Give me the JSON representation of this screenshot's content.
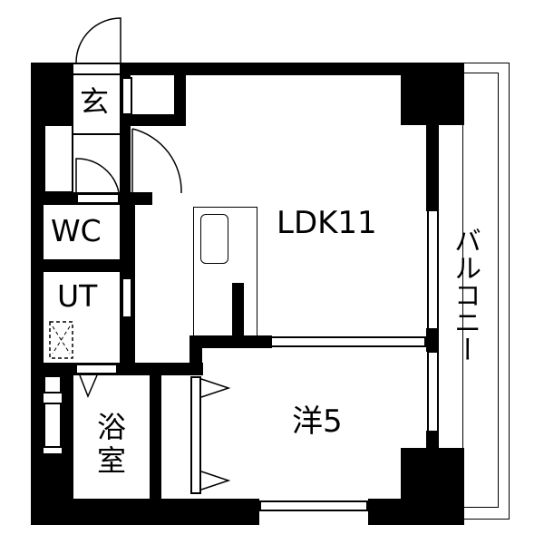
{
  "floorplan": {
    "rooms": {
      "entrance": "玄",
      "wc": "WC",
      "utility": "UT",
      "bath": "浴室",
      "ldk": "LDK11",
      "western": "洋5",
      "balcony": "バルコニー"
    },
    "colors": {
      "wall": "#000000",
      "background": "#ffffff"
    }
  }
}
